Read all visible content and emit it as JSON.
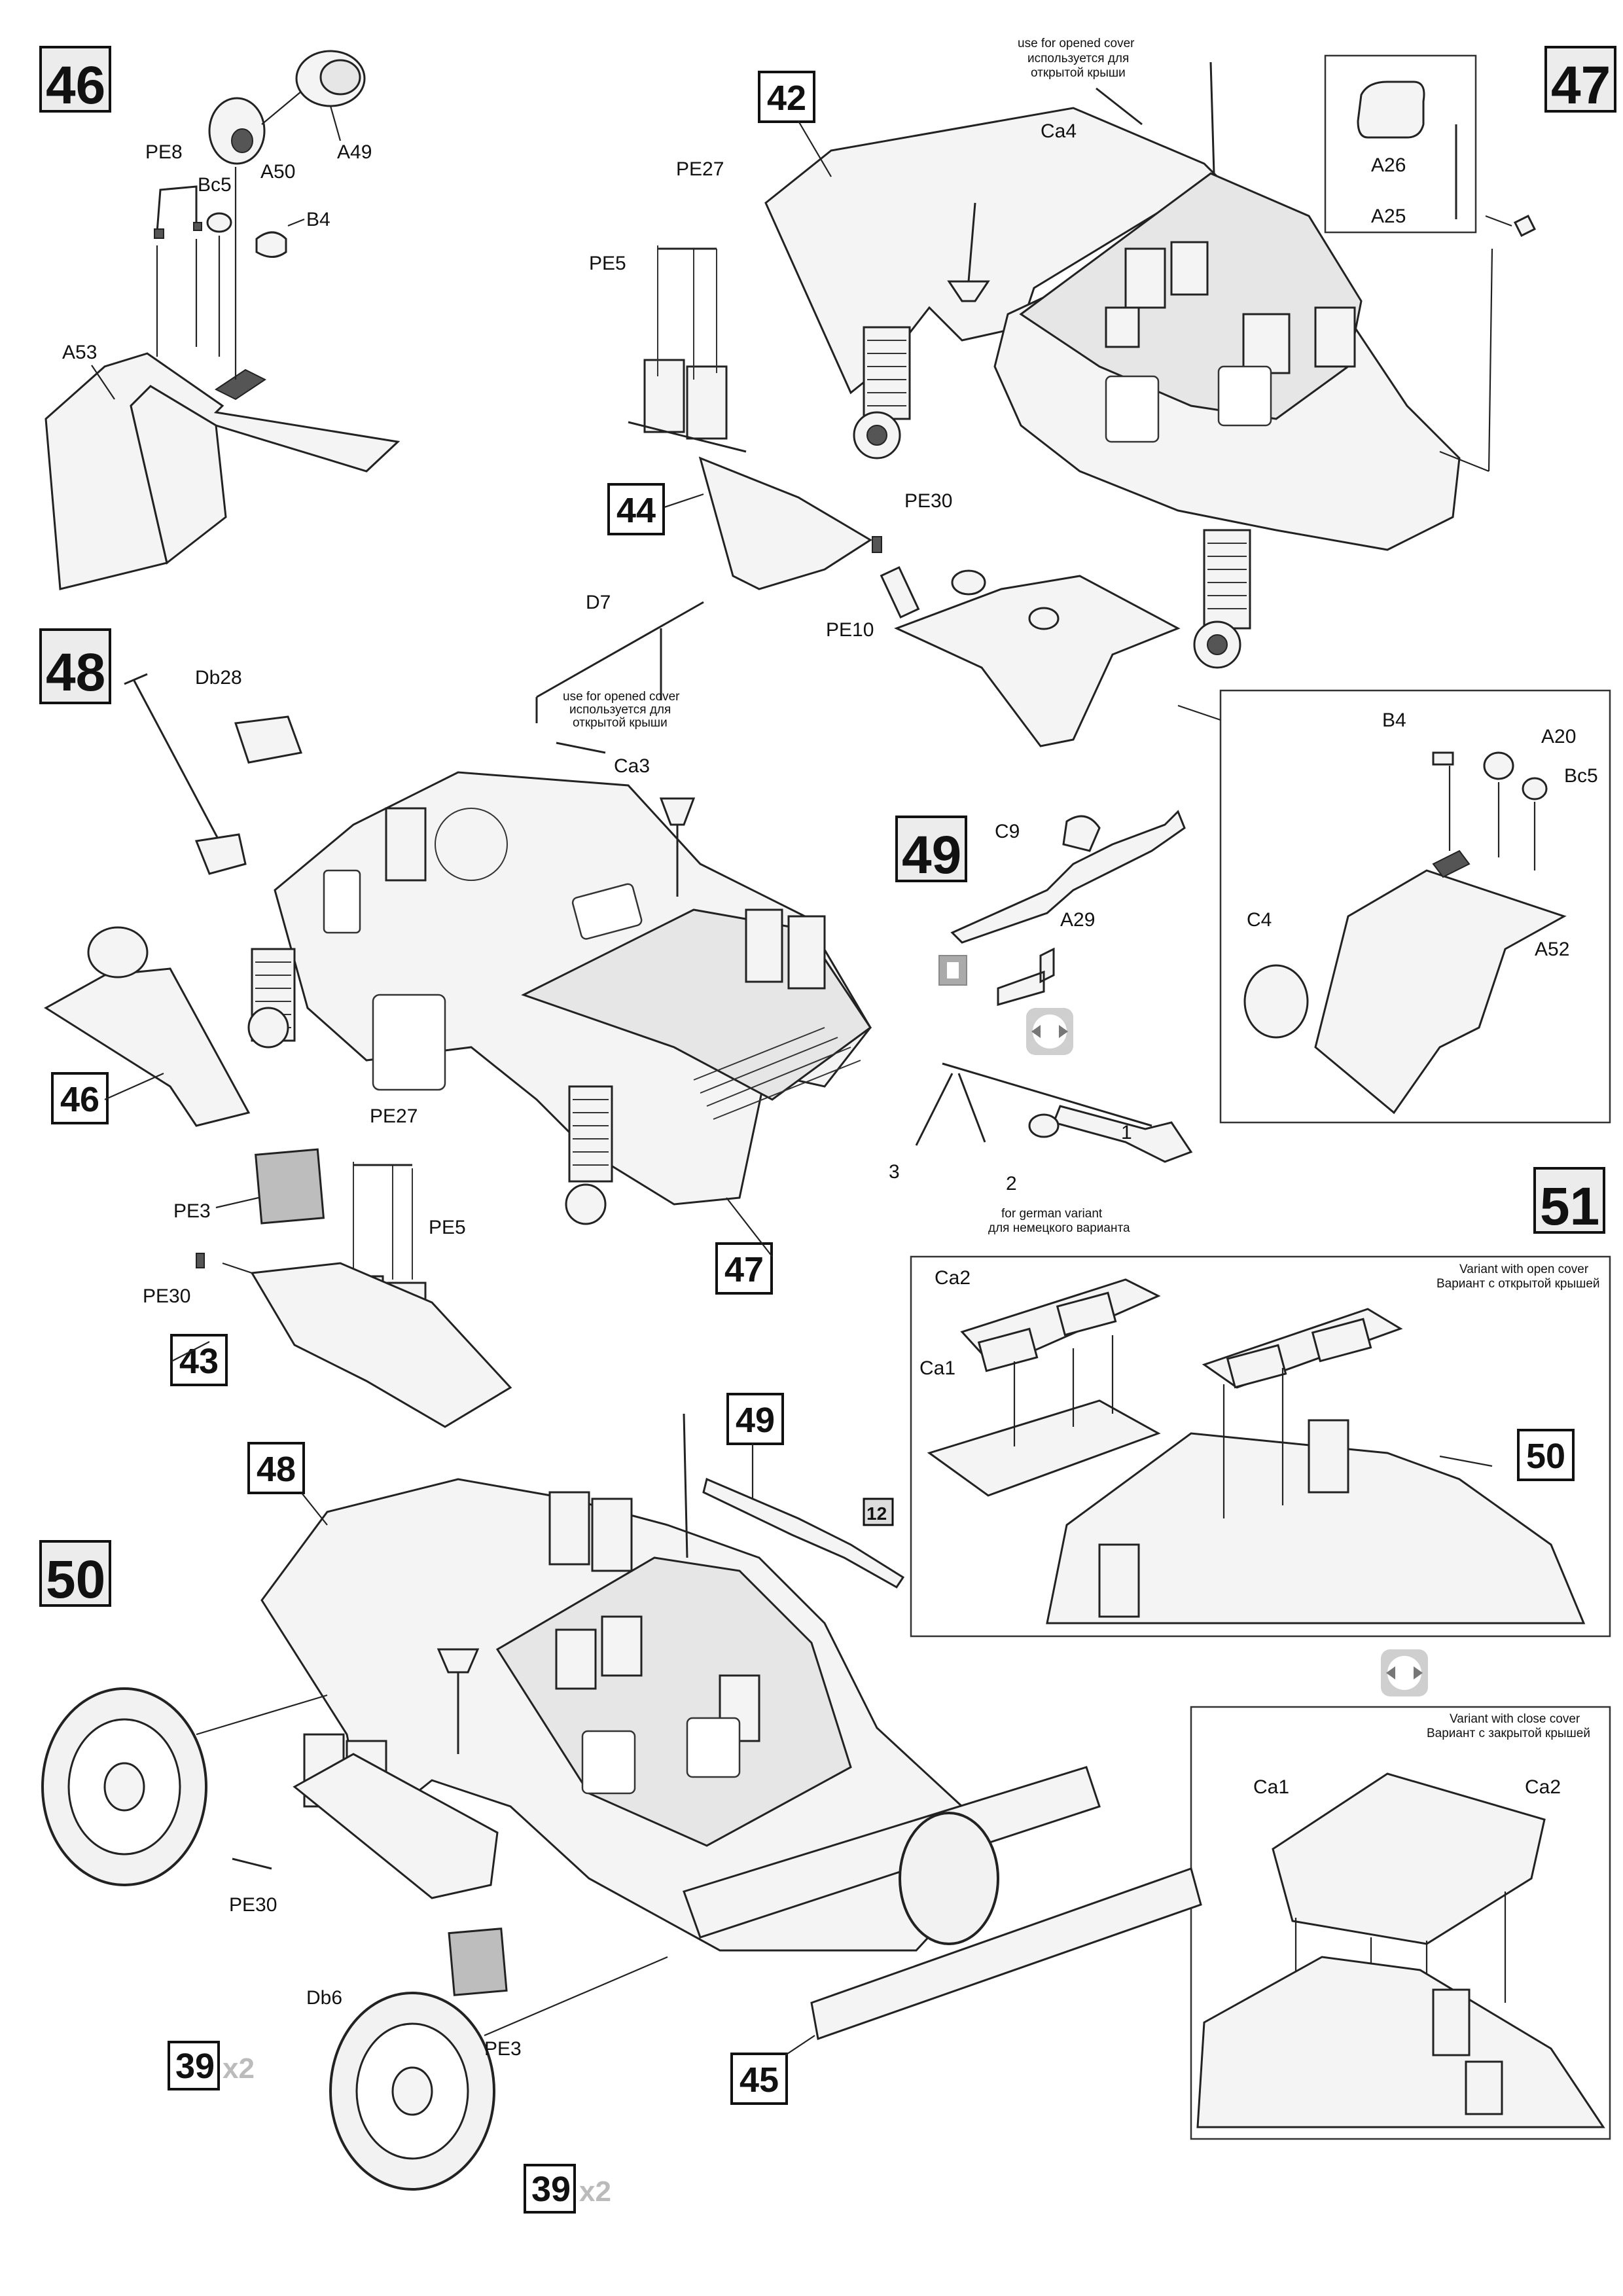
{
  "steps": {
    "s46": "46",
    "s47": "47",
    "s48": "48",
    "s49": "49",
    "s50": "50",
    "s51": "51"
  },
  "refs": {
    "r42": "42",
    "r44": "44",
    "r46": "46",
    "r47": "47",
    "r43": "43",
    "r48": "48",
    "r49": "49",
    "r12": "12",
    "r50": "50",
    "r45": "45",
    "r39a": "39",
    "r39b": "39"
  },
  "multipliers": {
    "x2a": "x2",
    "x2b": "x2"
  },
  "labels": {
    "PE8": "PE8",
    "Bc5": "Bc5",
    "B4": "B4",
    "A50": "A50",
    "A49": "A49",
    "A53": "A53",
    "PE27_top": "PE27",
    "PE5_top": "PE5",
    "Ca4": "Ca4",
    "A26": "A26",
    "A25": "A25",
    "PE30_top": "PE30",
    "PE10": "PE10",
    "Db28": "Db28",
    "D7": "D7",
    "Ca3": "Ca3",
    "PE27_mid": "PE27",
    "PE5_mid": "PE5",
    "PE3_mid": "PE3",
    "PE30_mid": "PE30",
    "C9": "C9",
    "A29": "A29",
    "n1": "1",
    "n2": "2",
    "n3": "3",
    "B4_right": "B4",
    "A20": "A20",
    "Bc5_right": "Bc5",
    "C4": "C4",
    "A52": "A52",
    "Ca2_top": "Ca2",
    "Ca1_top": "Ca1",
    "Ca1_bot": "Ca1",
    "Ca2_bot": "Ca2",
    "PE30_bot": "PE30",
    "Db6": "Db6",
    "PE3_bot": "PE3"
  },
  "notes": {
    "opened_top_en": "use for opened cover",
    "opened_top_ru1": "используется для",
    "opened_top_ru2": "открытой крыши",
    "opened_mid_en": "use for opened cover",
    "opened_mid_ru1": "используется для",
    "opened_mid_ru2": "открытой крыши",
    "german_en": "for german variant",
    "german_ru": "для немецкого варианта",
    "open_cover_en": "Variant with open cover",
    "open_cover_ru": "Вариант с открытой крышей",
    "close_cover_en": "Variant with close cover",
    "close_cover_ru": "Вариант с закрытой крышей"
  },
  "icons": {
    "swap_icon": "alternate-variant-icon",
    "plate_icon": "decal-plate-icon"
  },
  "colors": {
    "line": "#222222",
    "step_fill": "#ececec",
    "part_grey": "#bdbdbd"
  }
}
